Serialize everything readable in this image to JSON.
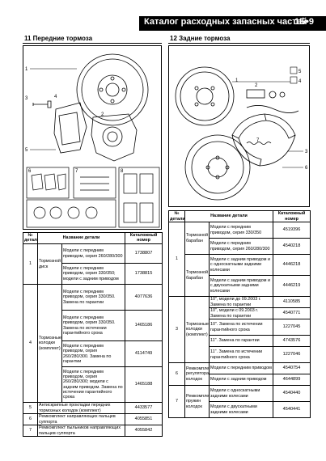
{
  "header": {
    "title": "Каталог расходных запасных частей",
    "page_number": "1Б•9"
  },
  "left": {
    "section_title": "11 Передние тормоза",
    "callouts": [
      "1",
      "2",
      "3",
      "4",
      "5",
      "6",
      "7",
      "8"
    ],
    "table": {
      "col_num": "№ детали",
      "col_name": "Название детали",
      "col_code": "Каталожный номер",
      "groups": [
        {
          "num": "1",
          "name": "Тормозной диск",
          "rows": [
            {
              "desc": "Модели с передним приводом, серия 260/280/300",
              "code": "1738807"
            },
            {
              "desc": "Модели с передним приводом, серия 330/350; модели с задним приводом",
              "code": "1738815"
            }
          ]
        },
        {
          "num": "4",
          "name": "Тормозные колодки (комплект)",
          "rows": [
            {
              "desc": "Модели с передним приводом, серия 330/350. Замена по гарантии",
              "code": "4077636"
            },
            {
              "desc": "Модели с передним приводом, серия 330/350. Замена по истечении гарантийного срока",
              "code": "1465186"
            },
            {
              "desc": "Модели с передним приводом, серия 260/280/300. Замена по гарантии",
              "code": "4114749"
            },
            {
              "desc": "Модели с передним приводом, серия 260/280/300; модели с задним приводом. Замена по истечении гарантийного срока",
              "code": "1465188"
            }
          ]
        },
        {
          "num": "5",
          "name": "Антискрипные прокладки передних тормозных колодок (комплект)",
          "rows": [
            {
              "desc": "",
              "code": "4433577"
            }
          ]
        },
        {
          "num": "6",
          "name": "Ремкомплект направляющих пальцев суппорта",
          "rows": [
            {
              "desc": "",
              "code": "4055851"
            }
          ]
        },
        {
          "num": "7",
          "name": "Ремкомплект пыльников направляющих пальцев суппорта",
          "rows": [
            {
              "desc": "",
              "code": "4055842"
            }
          ]
        }
      ]
    }
  },
  "right": {
    "section_title": "12 Задние тормоза",
    "callouts": [
      "1",
      "2",
      "3",
      "4",
      "5",
      "6",
      "7"
    ],
    "table": {
      "col_num": "№ детали",
      "col_name": "Название детали",
      "col_code": "Каталожный номер",
      "groups": [
        {
          "num": "1",
          "name": "Тормозной барабан",
          "rows": [
            {
              "desc": "Модели с передним приводом, серия 330/350",
              "code": "4519396"
            },
            {
              "desc": "Модели с передним приводом, серия 260/280/300",
              "code": "4540218"
            }
          ]
        },
        {
          "num": "",
          "name": "Тормозной барабан",
          "rows": [
            {
              "desc": "Модели с задним приводом и с односкатными задними колесами",
              "code": "4446218"
            },
            {
              "desc": "Модели с задним приводом и с двускатными задними колесами",
              "code": "4446219"
            }
          ]
        },
        {
          "num": "3",
          "name": "Тормозные колодки (комплект)",
          "rows": [
            {
              "desc": "10\", модели до 09.2003 г. Замена по гарантии",
              "code": "4110585"
            },
            {
              "desc": "10\", модели с 09.2003 г. Замена по гарантии",
              "code": "4540771"
            },
            {
              "desc": "10\". Замена по истечении гарантийного срока",
              "code": "1227045"
            },
            {
              "desc": "11\". Замена по гарантии",
              "code": "4743576"
            },
            {
              "desc": "11\". Замена по истечении гарантийного срока",
              "code": "1227046"
            }
          ]
        },
        {
          "num": "6",
          "name": "Ремкомплект регулятора колодок",
          "rows": [
            {
              "desc": "Модели с передним приводом",
              "code": "4540754"
            },
            {
              "desc": "Модели с задним приводом",
              "code": "4644899"
            }
          ]
        },
        {
          "num": "7",
          "name": "Ремкомплект пружин колодок",
          "rows": [
            {
              "desc": "Модели с односкатными задними колесами",
              "code": "4540440"
            },
            {
              "desc": "Модели с двускатными задними колесами",
              "code": "4540441"
            }
          ]
        }
      ]
    }
  }
}
